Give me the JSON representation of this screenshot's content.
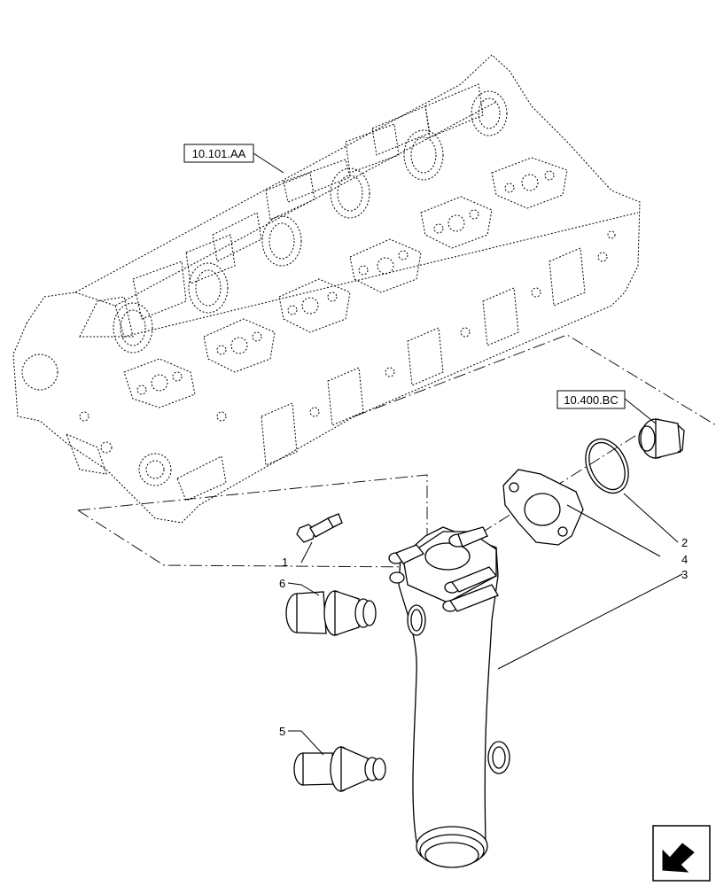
{
  "refs": {
    "cylinder_head": "10.101.AA",
    "thermostat": "10.400.BC"
  },
  "callouts": {
    "c1": "1",
    "c2": "2",
    "c3": "3",
    "c4": "4",
    "c5": "5",
    "c6": "6"
  },
  "nav_icon": "next-page-arrow-icon"
}
